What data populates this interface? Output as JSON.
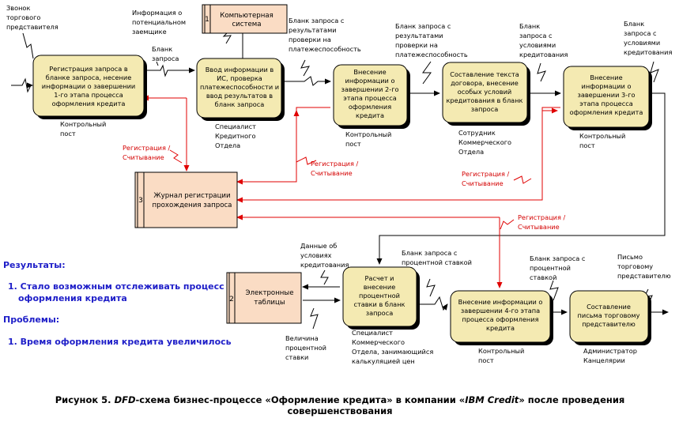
{
  "processes": [
    {
      "id": "p-registration",
      "lines": [
        "Регистрация запроса в",
        "бланке запроса, несение",
        "информации о завершении",
        "1-го этапа процесса",
        "оформления кредита"
      ]
    },
    {
      "id": "p-is-input",
      "lines": [
        "Ввод информации в",
        "ИС, проверка",
        "платежеспособности и",
        "ввод результатов в",
        "бланк запроса"
      ]
    },
    {
      "id": "p-stage2",
      "lines": [
        "Внесение",
        "информации о",
        "завершении 2-го",
        "этапа процесса",
        "оформления",
        "кредита"
      ]
    },
    {
      "id": "p-contract",
      "lines": [
        "Составление текста",
        "договора, внесение",
        "особых условий",
        "кредитования в бланк",
        "запроса"
      ]
    },
    {
      "id": "p-stage3",
      "lines": [
        "Внесение",
        "информации о",
        "завершении 3-го",
        "этапа процесса",
        "оформления кредита"
      ]
    },
    {
      "id": "p-rate",
      "lines": [
        "Расчет и",
        "внесение",
        "процентной",
        "ставки в бланк",
        "запроса"
      ]
    },
    {
      "id": "p-stage4",
      "lines": [
        "Внесение информации о",
        "завершении 4-го этапа",
        "процесса оформления",
        "кредита"
      ]
    },
    {
      "id": "p-letter",
      "lines": [
        "Составление",
        "письма торговому",
        "представителю"
      ]
    }
  ],
  "performers": [
    {
      "id": "perf-registration",
      "lines": [
        "Контрольный",
        "пост"
      ]
    },
    {
      "id": "perf-is-input",
      "lines": [
        "Специалист",
        "Кредитного",
        "Отдела"
      ]
    },
    {
      "id": "perf-stage2",
      "lines": [
        "Контрольный",
        "пост"
      ]
    },
    {
      "id": "perf-contract",
      "lines": [
        "Сотрудник",
        "Коммерческого",
        "Отдела"
      ]
    },
    {
      "id": "perf-stage3",
      "lines": [
        "Контрольный",
        "пост"
      ]
    },
    {
      "id": "perf-rate",
      "lines": [
        "Специалист",
        "Коммерческого",
        "Отдела, занимающийся",
        "калькуляцией цен"
      ]
    },
    {
      "id": "perf-stage4",
      "lines": [
        "Контрольный",
        "пост"
      ]
    },
    {
      "id": "perf-letter",
      "lines": [
        "Администратор",
        "Канцелярии"
      ]
    }
  ],
  "stores": [
    {
      "id": "store-journal",
      "number": "3",
      "lines": [
        "Журнал регистрации",
        "прохождения запроса"
      ]
    },
    {
      "id": "store-spreadsheets",
      "number": "2",
      "lines": [
        "Электронные",
        "таблицы"
      ]
    }
  ],
  "external": {
    "id": "ext-computer-system",
    "number": "1",
    "lines": [
      "Компьютерная",
      "система"
    ]
  },
  "flows": [
    {
      "id": "flow-call",
      "lines": [
        "Звонок",
        "торгового",
        "представителя"
      ]
    },
    {
      "id": "flow-request-form",
      "lines": [
        "Бланк",
        "запроса"
      ]
    },
    {
      "id": "flow-borrower-info",
      "lines": [
        "Информация о",
        "потенциальном",
        "заемщике"
      ]
    },
    {
      "id": "flow-solvency-1",
      "lines": [
        "Бланк запроса с",
        "результатами",
        "проверки на",
        "платежеспособность"
      ]
    },
    {
      "id": "flow-solvency-2",
      "lines": [
        "Бланк запроса с",
        "результатами",
        "проверки на",
        "платежеспособность"
      ]
    },
    {
      "id": "flow-credit-terms-1",
      "lines": [
        "Бланк",
        "запроса с",
        "условиями",
        "кредитования"
      ]
    },
    {
      "id": "flow-credit-terms-2",
      "lines": [
        "Бланк",
        "запроса с",
        "условиями",
        "кредитования"
      ]
    },
    {
      "id": "flow-rate-form-1",
      "lines": [
        "Бланк запроса с",
        "процентной ставкой"
      ]
    },
    {
      "id": "flow-credit-conditions-data",
      "lines": [
        "Данные об",
        "условиях",
        "кредитования"
      ]
    },
    {
      "id": "flow-rate-value",
      "lines": [
        "Величина",
        "процентной",
        "ставки"
      ]
    },
    {
      "id": "flow-rate-form-2",
      "lines": [
        "Бланк запроса с",
        "процентной",
        "ставкой"
      ]
    },
    {
      "id": "flow-letter-out",
      "lines": [
        "Письмо",
        "торговому",
        "представителю"
      ]
    }
  ],
  "red_labels": [
    {
      "id": "rw-1",
      "lines": [
        "Регистрация /",
        "Считывание"
      ]
    },
    {
      "id": "rw-2",
      "lines": [
        "Регистрация /",
        "Считывание"
      ]
    },
    {
      "id": "rw-3",
      "lines": [
        "Регистрация /",
        "Считывание"
      ]
    },
    {
      "id": "rw-4",
      "lines": [
        "Регистрация /",
        "Считывание"
      ]
    }
  ],
  "notes": {
    "results_title": "Результаты:",
    "results_item": "1. Стало возможным отслеживать процесс",
    "results_item_cont": "оформления кредита",
    "problems_title": "Проблемы:",
    "problems_item": "1.  Время оформления кредита увеличилось"
  },
  "caption": {
    "p1": "Рисунок 5. ",
    "dfd": "DFD",
    "p2": "-схема бизнес-процессе «Оформление кредита» в компании «",
    "ibm": "IBM Credit",
    "p3": "» после проведения",
    "line2": "совершенствования"
  },
  "colors": {
    "process_fill": "#f4eab2",
    "store_fill": "#fadcc4",
    "accent_red": "#e00000",
    "notes_blue": "#1e1ec8"
  }
}
